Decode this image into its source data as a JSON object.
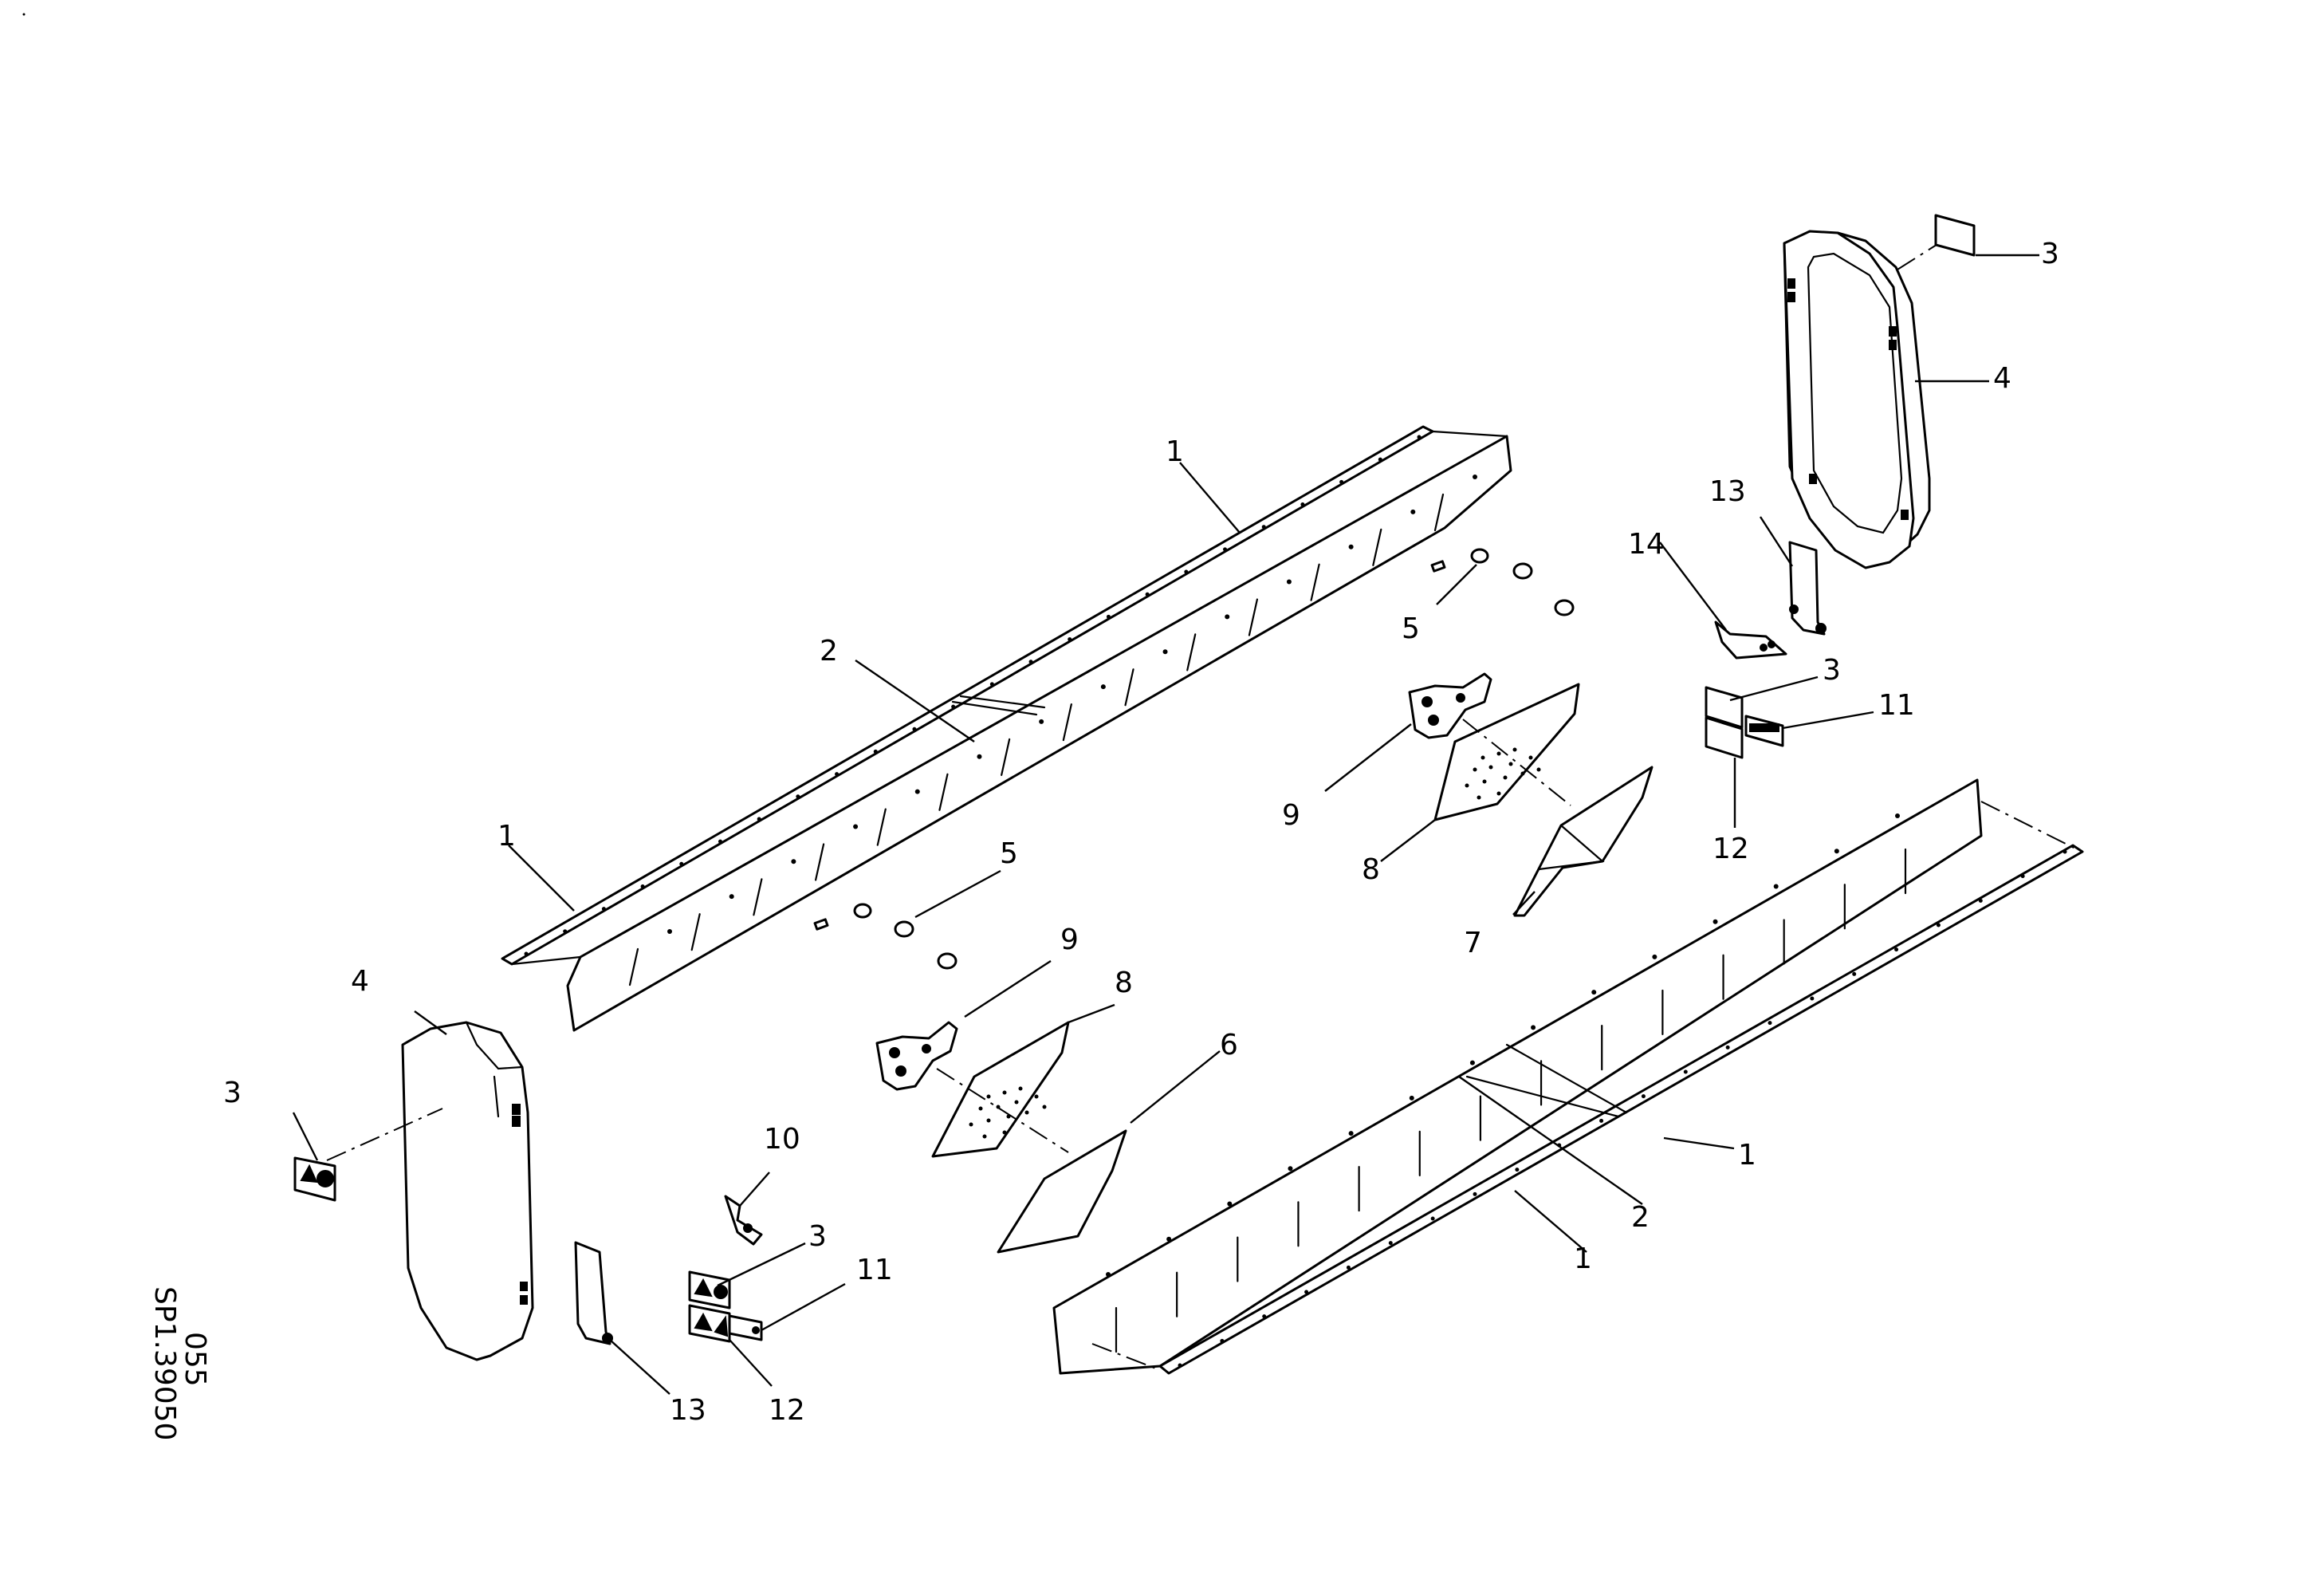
{
  "drawing_code": {
    "line1": "055",
    "line2": "SP1.39050"
  },
  "callouts": [
    {
      "id": "c1",
      "label": "1"
    },
    {
      "id": "c2",
      "label": "1"
    },
    {
      "id": "c3",
      "label": "1"
    },
    {
      "id": "c4",
      "label": "1"
    },
    {
      "id": "c5",
      "label": "2"
    },
    {
      "id": "c6",
      "label": "2"
    },
    {
      "id": "c7",
      "label": "3"
    },
    {
      "id": "c8",
      "label": "3"
    },
    {
      "id": "c9",
      "label": "3"
    },
    {
      "id": "c10",
      "label": "3"
    },
    {
      "id": "c11",
      "label": "4"
    },
    {
      "id": "c12",
      "label": "4"
    },
    {
      "id": "c13",
      "label": "5"
    },
    {
      "id": "c14",
      "label": "5"
    },
    {
      "id": "c15",
      "label": "6"
    },
    {
      "id": "c16",
      "label": "7"
    },
    {
      "id": "c17",
      "label": "8"
    },
    {
      "id": "c18",
      "label": "8"
    },
    {
      "id": "c19",
      "label": "9"
    },
    {
      "id": "c20",
      "label": "9"
    },
    {
      "id": "c21",
      "label": "10"
    },
    {
      "id": "c22",
      "label": "11"
    },
    {
      "id": "c23",
      "label": "11"
    },
    {
      "id": "c24",
      "label": "12"
    },
    {
      "id": "c25",
      "label": "12"
    },
    {
      "id": "c26",
      "label": "13"
    },
    {
      "id": "c27",
      "label": "13"
    },
    {
      "id": "c28",
      "label": "14"
    }
  ]
}
